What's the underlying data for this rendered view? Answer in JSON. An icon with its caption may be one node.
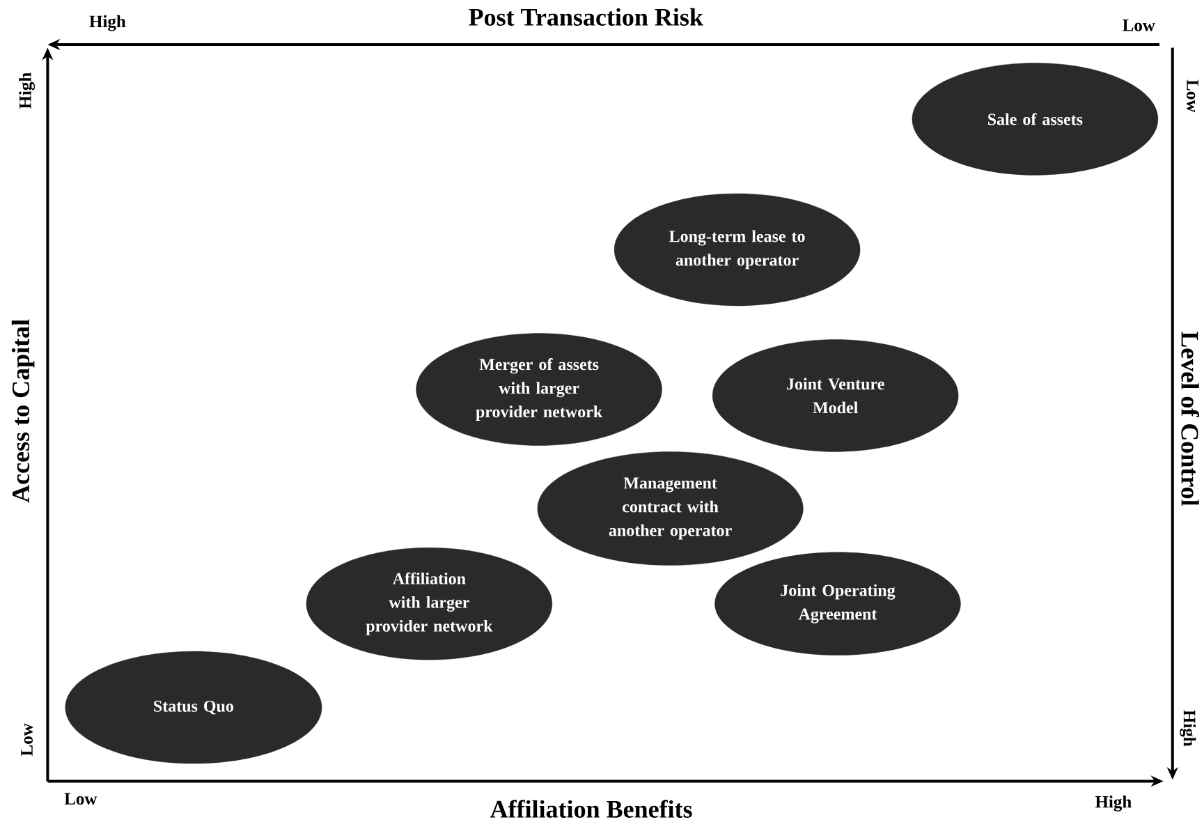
{
  "diagram": {
    "nodes": [
      {
        "text": [
          "Sale of assets"
        ]
      },
      {
        "text": [
          "Long-term lease to another operator"
        ]
      },
      {
        "text": [
          "Merger of assets with larger provider network"
        ]
      },
      {
        "text": [
          "Joint Venture Model"
        ]
      },
      {
        "text": [
          "Management contract with another operator"
        ]
      },
      {
        "text": [
          "Affiliation with larger provider network"
        ]
      },
      {
        "text": [
          "Joint Operating Agreement"
        ]
      },
      {
        "text": [
          "Status Quo"
        ]
      }
    ],
    "labels": [
      "Post Transaction Risk",
      "High",
      "Low",
      "High",
      "Access to Capital",
      "Low",
      "Low",
      "Level of Control",
      "High",
      "Low",
      "Affiliation Benefits",
      "High"
    ]
  }
}
